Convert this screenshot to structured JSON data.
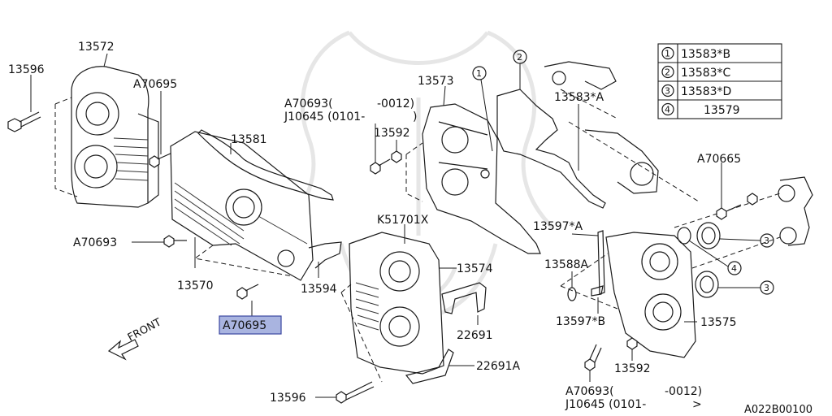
{
  "part_labels": {
    "p13572": "13572",
    "p13596_top": "13596",
    "pA70695_top": "A70695",
    "p13581": "13581",
    "pA70693_left": "A70693",
    "p13570": "13570",
    "pA70695_selected": "A70695",
    "p13594": "13594",
    "p13573": "13573",
    "pA70693_center": "A70693(",
    "pA70693_center_range": "-0012)",
    "pJ10645_center": "J10645 (0101-",
    "pJ10645_center_close": ")",
    "p13592_top": "13592",
    "p13583A": "13583*A",
    "pK51701X": "K51701X",
    "p13574": "13574",
    "p22691": "22691",
    "p22691A": "22691A",
    "p13596_bottom": "13596",
    "p13597A": "13597*A",
    "p13588A": "13588A",
    "p13597B": "13597*B",
    "pA70665": "A70665",
    "p13575": "13575",
    "p13592_bottom": "13592",
    "pA70693_bottom": "A70693(",
    "pA70693_bottom_range": "-0012)",
    "pJ10645_bottom": "J10645 (0101-",
    "pJ10645_bottom_close": ">",
    "front_label": "FRONT",
    "diagram_code": "A022B00100"
  },
  "callouts": {
    "c1": "1",
    "c2": "2",
    "c3a": "3",
    "c4": "4",
    "c3b": "3"
  },
  "legend": [
    {
      "num": "1",
      "part": "13583*B"
    },
    {
      "num": "2",
      "part": "13583*C"
    },
    {
      "num": "3",
      "part": "13583*D"
    },
    {
      "num": "4",
      "part": "13579"
    }
  ],
  "colors": {
    "highlight_fill": "#a9b4e0",
    "highlight_stroke": "#3a46a0",
    "line": "#1a1a1a"
  }
}
